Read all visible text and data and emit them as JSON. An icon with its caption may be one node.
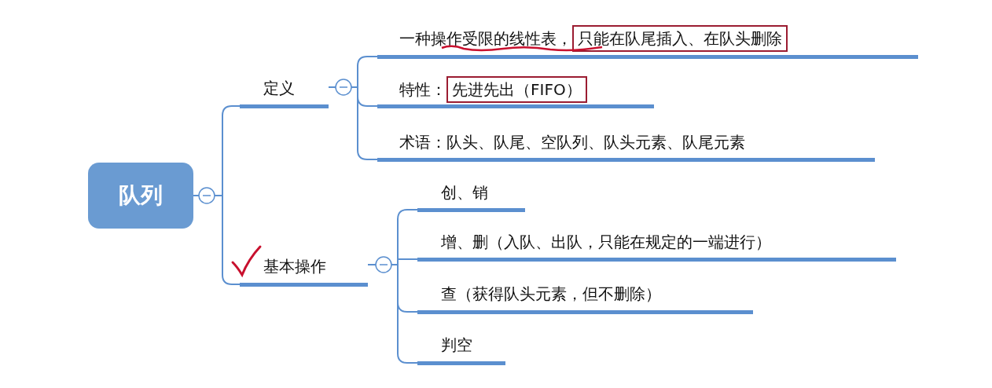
{
  "diagram": {
    "nodes": [
      {
        "text": [
          "队列"
        ]
      },
      {
        "text": [
          "定义"
        ]
      },
      {
        "text": [
          "基本操作"
        ]
      },
      {
        "text": [
          "一种操作受限的线性表，",
          "只能在队尾插入、在队头删除"
        ]
      },
      {
        "text": [
          "特性：",
          "先进先出（FIFO）"
        ]
      },
      {
        "text": [
          "术语：队头、队尾、空队列、队头元素、队尾元素"
        ]
      },
      {
        "text": [
          "创、销"
        ]
      },
      {
        "text": [
          "增、删（入队、出队，只能在规定的一端进行）"
        ]
      },
      {
        "text": [
          "查（获得队头元素，但不删除）"
        ]
      },
      {
        "text": [
          "判空"
        ]
      }
    ],
    "edges": [
      {
        "from": 0,
        "to": 1,
        "arrow": "none"
      },
      {
        "from": 0,
        "to": 2,
        "arrow": "none"
      },
      {
        "from": 1,
        "to": 3,
        "arrow": "none"
      },
      {
        "from": 1,
        "to": 4,
        "arrow": "none"
      },
      {
        "from": 1,
        "to": 5,
        "arrow": "none"
      },
      {
        "from": 2,
        "to": 6,
        "arrow": "none"
      },
      {
        "from": 2,
        "to": 7,
        "arrow": "none"
      },
      {
        "from": 2,
        "to": 8,
        "arrow": "none"
      },
      {
        "from": 2,
        "to": 9,
        "arrow": "none"
      }
    ]
  }
}
